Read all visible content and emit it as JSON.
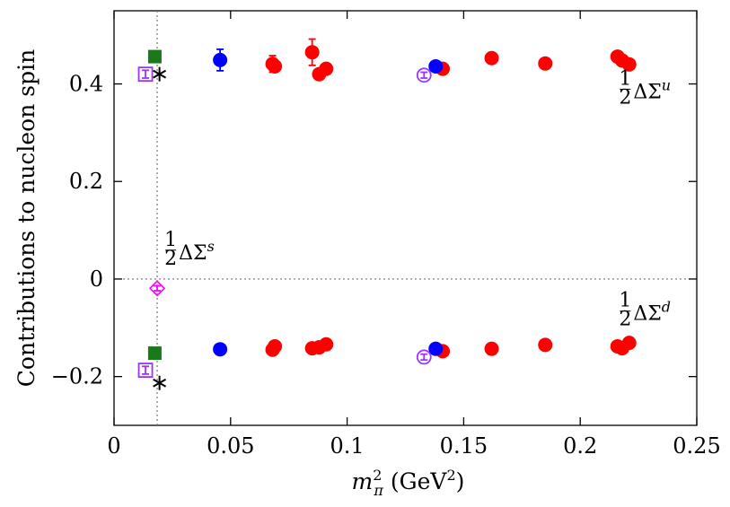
{
  "chart_data": {
    "type": "scatter",
    "title": "",
    "xlabel": "mπ² (GeV²)",
    "xlabel_parts": {
      "base": "m",
      "sub": "π",
      "sup": "2",
      "rest": " (GeV",
      "rest_sup": "2",
      "close": ")"
    },
    "ylabel": "Contributions to nucleon spin",
    "xlim": [
      0,
      0.25
    ],
    "ylim": [
      -0.3,
      0.55
    ],
    "xticks": [
      0,
      0.05,
      0.1,
      0.15,
      0.2,
      0.25
    ],
    "xtick_labels": [
      "0",
      "0.05",
      "0.1",
      "0.15",
      "0.2",
      "0.25"
    ],
    "yticks": [
      -0.2,
      0,
      0.2,
      0.4
    ],
    "ytick_labels": [
      "−0.2",
      "0",
      "0.2",
      "0.4"
    ],
    "grid": false,
    "reference_lines": {
      "vertical_x": 0.0185,
      "horizontal_y": 0
    },
    "annotations": [
      {
        "text_parts": [
          "1",
          "2",
          "ΔΣ",
          "u"
        ],
        "x": 0.217,
        "y": 0.38
      },
      {
        "text_parts": [
          "1",
          "2",
          "ΔΣ",
          "s"
        ],
        "x": 0.022,
        "y": 0.05
      },
      {
        "text_parts": [
          "1",
          "2",
          "ΔΣ",
          "d"
        ],
        "x": 0.217,
        "y": -0.075
      }
    ],
    "series": [
      {
        "color": "#ff0000",
        "marker": "filled-circle",
        "points": [
          {
            "x": 0.068,
            "y": 0.441,
            "err": 0.017
          },
          {
            "x": 0.069,
            "y": 0.436,
            "err": 0.01
          },
          {
            "x": 0.085,
            "y": 0.465,
            "err": 0.027
          },
          {
            "x": 0.088,
            "y": 0.42,
            "err": 0
          },
          {
            "x": 0.091,
            "y": 0.431,
            "err": 0
          },
          {
            "x": 0.141,
            "y": 0.431,
            "err": 0
          },
          {
            "x": 0.162,
            "y": 0.453,
            "err": 0
          },
          {
            "x": 0.185,
            "y": 0.442,
            "err": 0
          },
          {
            "x": 0.216,
            "y": 0.456,
            "err": 0
          },
          {
            "x": 0.218,
            "y": 0.448,
            "err": 0
          },
          {
            "x": 0.221,
            "y": 0.44,
            "err": 0
          },
          {
            "x": 0.068,
            "y": -0.145,
            "err": 0
          },
          {
            "x": 0.069,
            "y": -0.138,
            "err": 0
          },
          {
            "x": 0.085,
            "y": -0.142,
            "err": 0.01
          },
          {
            "x": 0.088,
            "y": -0.14,
            "err": 0
          },
          {
            "x": 0.091,
            "y": -0.134,
            "err": 0
          },
          {
            "x": 0.141,
            "y": -0.148,
            "err": 0
          },
          {
            "x": 0.162,
            "y": -0.143,
            "err": 0
          },
          {
            "x": 0.185,
            "y": -0.135,
            "err": 0
          },
          {
            "x": 0.216,
            "y": -0.138,
            "err": 0
          },
          {
            "x": 0.218,
            "y": -0.142,
            "err": 0
          },
          {
            "x": 0.221,
            "y": -0.131,
            "err": 0
          }
        ]
      },
      {
        "color": "#0000ff",
        "marker": "filled-circle",
        "points": [
          {
            "x": 0.0455,
            "y": 0.449,
            "err": 0.022
          },
          {
            "x": 0.138,
            "y": 0.436,
            "err": 0
          },
          {
            "x": 0.0455,
            "y": -0.144,
            "err": 0.01
          },
          {
            "x": 0.138,
            "y": -0.143,
            "err": 0
          }
        ]
      },
      {
        "color": "#1a7a1a",
        "marker": "filled-square",
        "points": [
          {
            "x": 0.0175,
            "y": 0.456,
            "err": 0
          },
          {
            "x": 0.0175,
            "y": -0.152,
            "err": 0
          }
        ]
      },
      {
        "color": "#000000",
        "marker": "asterisk",
        "points": [
          {
            "x": 0.0195,
            "y": 0.42,
            "err": 0
          },
          {
            "x": 0.0195,
            "y": -0.213,
            "err": 0
          }
        ]
      },
      {
        "color": "#9933ff",
        "marker": "open-square",
        "points": [
          {
            "x": 0.0135,
            "y": 0.42,
            "err": 0.008
          },
          {
            "x": 0.0135,
            "y": -0.187,
            "err": 0.008
          }
        ]
      },
      {
        "color": "#9933ff",
        "marker": "open-circle",
        "points": [
          {
            "x": 0.133,
            "y": 0.418,
            "err": 0.006
          },
          {
            "x": 0.133,
            "y": -0.16,
            "err": 0.006
          }
        ]
      },
      {
        "color": "#ff00ff",
        "marker": "open-diamond",
        "points": [
          {
            "x": 0.0185,
            "y": -0.019,
            "err": 0.005
          }
        ]
      }
    ]
  }
}
